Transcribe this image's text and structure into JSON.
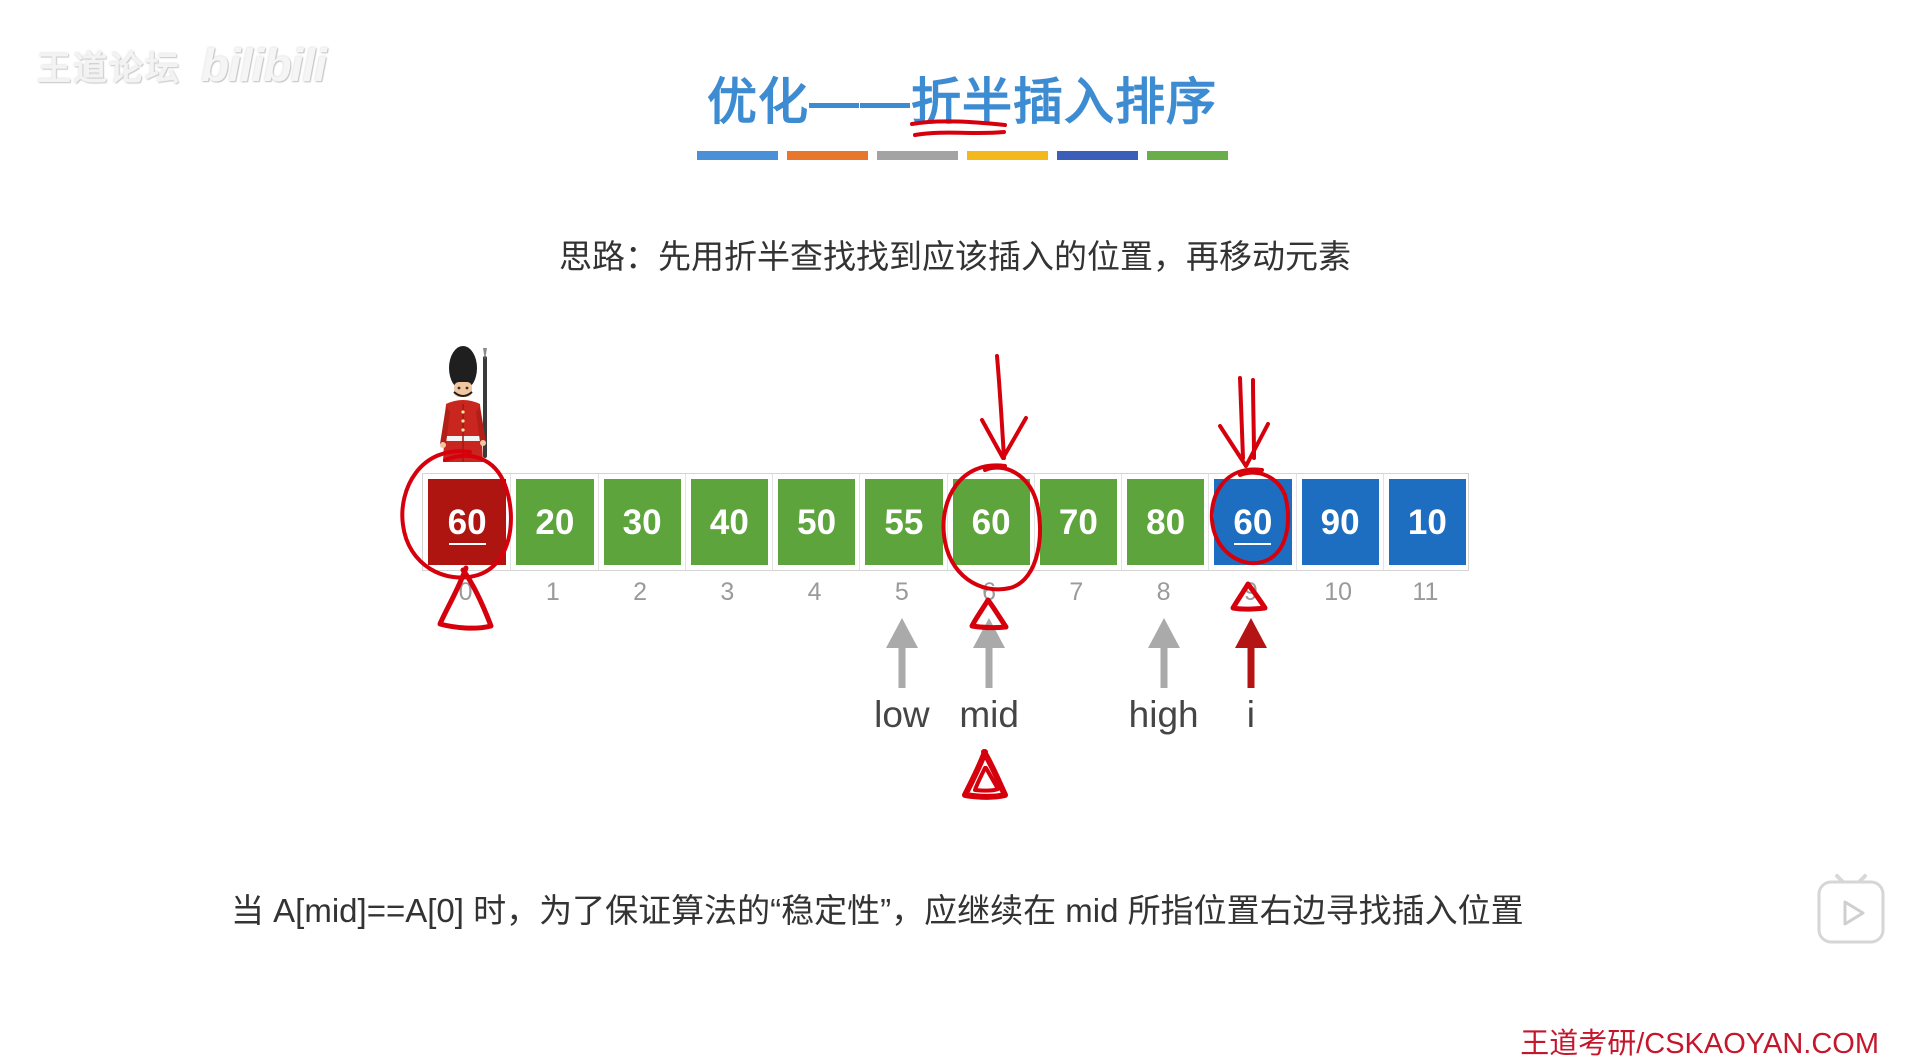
{
  "watermark": {
    "text": "王道论坛",
    "logo": "bilibili"
  },
  "title": "优化——折半插入排序",
  "color_bar": [
    "#4a90d9",
    "#e8762c",
    "#a3a3a3",
    "#f2b81c",
    "#3b5fb8",
    "#6aae4a"
  ],
  "idea": "思路：先用折半查找找到应该插入的位置，再移动元素",
  "array": {
    "cells": [
      {
        "value": "60",
        "fill": "red",
        "underline": true
      },
      {
        "value": "20",
        "fill": "green"
      },
      {
        "value": "30",
        "fill": "green"
      },
      {
        "value": "40",
        "fill": "green"
      },
      {
        "value": "50",
        "fill": "green"
      },
      {
        "value": "55",
        "fill": "green"
      },
      {
        "value": "60",
        "fill": "green"
      },
      {
        "value": "70",
        "fill": "green"
      },
      {
        "value": "80",
        "fill": "green"
      },
      {
        "value": "60",
        "fill": "blue",
        "underline": true
      },
      {
        "value": "90",
        "fill": "blue"
      },
      {
        "value": "10",
        "fill": "blue"
      }
    ],
    "indices": [
      "0",
      "1",
      "2",
      "3",
      "4",
      "5",
      "6",
      "7",
      "8",
      "9",
      "10",
      "11"
    ]
  },
  "pointers": [
    {
      "label": "low",
      "index": 5,
      "color": "gray"
    },
    {
      "label": "mid",
      "index": 6,
      "color": "gray"
    },
    {
      "label": "high",
      "index": 8,
      "color": "gray"
    },
    {
      "label": "i",
      "index": 9,
      "color": "dark_red"
    }
  ],
  "note": "当 A[mid]==A[0] 时，为了保证算法的“稳定性”，应继续在 mid 所指位置右边寻找插入位置",
  "footer": "王道考研/CSKAOYAN.COM",
  "icons": {
    "guard": "guard-icon",
    "play": "play-icon"
  },
  "colors": {
    "title": "#3d8bd1",
    "text": "#333333",
    "green": "#5ea43d",
    "red": "#ae1410",
    "blue": "#1d6ec0",
    "gray": "#aaaaaa",
    "dark_red": "#b41414",
    "annotation": "#d6000d",
    "footer": "#c4172c"
  }
}
